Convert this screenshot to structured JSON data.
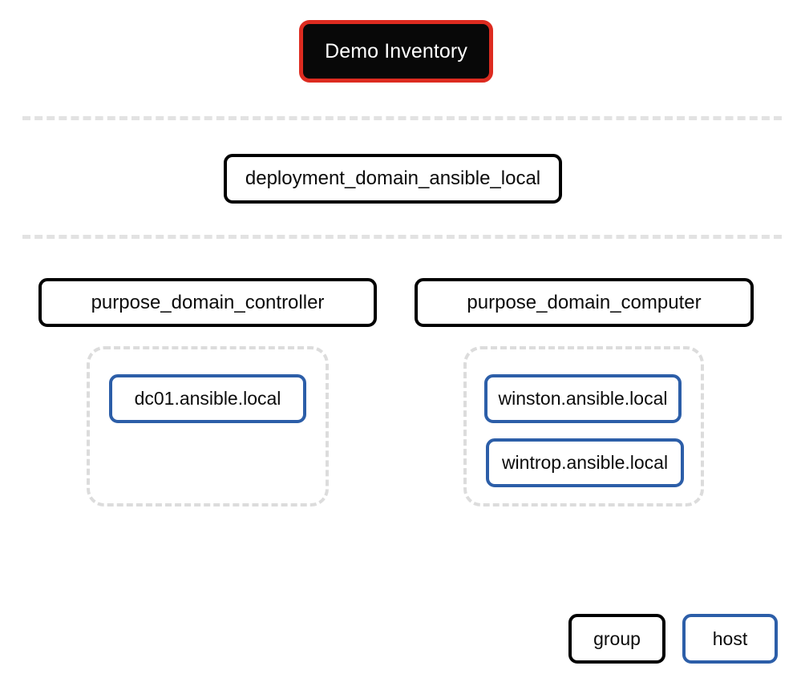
{
  "diagram": {
    "title_node": {
      "label": "Demo Inventory",
      "type": "root-group",
      "text_color": "#ffffff",
      "fill_color": "#080808",
      "border_color": "#dd2b20"
    },
    "levels": [
      {
        "level": 1,
        "nodes": [
          {
            "label": "deployment_domain_ansible_local",
            "type": "group"
          }
        ]
      },
      {
        "level": 2,
        "nodes": [
          {
            "label": "purpose_domain_controller",
            "type": "group"
          },
          {
            "label": "purpose_domain_computer",
            "type": "group"
          }
        ]
      }
    ],
    "host_clusters": [
      {
        "parent": "purpose_domain_controller",
        "hosts": [
          {
            "label": "dc01.ansible.local",
            "type": "host"
          }
        ]
      },
      {
        "parent": "purpose_domain_computer",
        "hosts": [
          {
            "label": "winston.ansible.local",
            "type": "host"
          },
          {
            "label": "wintrop.ansible.local",
            "type": "host"
          }
        ]
      }
    ],
    "legend": {
      "items": [
        {
          "label": "group",
          "type": "group",
          "border_color": "#000000"
        },
        {
          "label": "host",
          "type": "host",
          "border_color": "#2c5ea8"
        }
      ]
    },
    "colors": {
      "group_border": "#000000",
      "host_border": "#2c5ea8",
      "root_fill": "#080808",
      "root_border": "#dd2b20",
      "dashed_border": "#dcdcdc",
      "separator": "#e2e2e2",
      "background": "#ffffff",
      "text": "#0b0b0b"
    }
  }
}
